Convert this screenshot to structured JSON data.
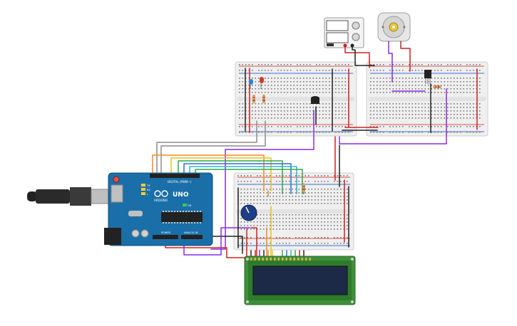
{
  "arduino": {
    "logo_text": "ARDUINO",
    "model_text": "UNO",
    "header_digital": "DIGITAL (PWM~)",
    "header_power": "POWER",
    "header_analog": "ANALOG IN",
    "led_tx": "TX",
    "led_rx": "RX",
    "led_l": "L",
    "led_on": "ON"
  },
  "colors": {
    "board": "#1a6fa8",
    "board_dark": "#135a8a",
    "breadboard": "#eeeeee",
    "rail_red": "#d9534f",
    "rail_blue": "#3c6fd1",
    "lcd_pcb": "#3f8f3a",
    "lcd_screen": "#1c2a48",
    "wire_red": "#d32020",
    "wire_black": "#222222",
    "wire_purple": "#8a2be2",
    "wire_gray": "#8c8c8c",
    "wire_orange": "#f08c1e",
    "wire_yellow": "#e6c21e",
    "wire_green": "#2ea84a",
    "wire_blue": "#2d6fd6",
    "wire_cyan": "#2bb7c9",
    "wire_brown": "#8b5a2b"
  },
  "icons": {
    "motor": "dc-motor-icon",
    "power_supply": "power-supply-icon",
    "usb": "usb-connector-icon",
    "pot": "potentiometer-knob-icon"
  }
}
